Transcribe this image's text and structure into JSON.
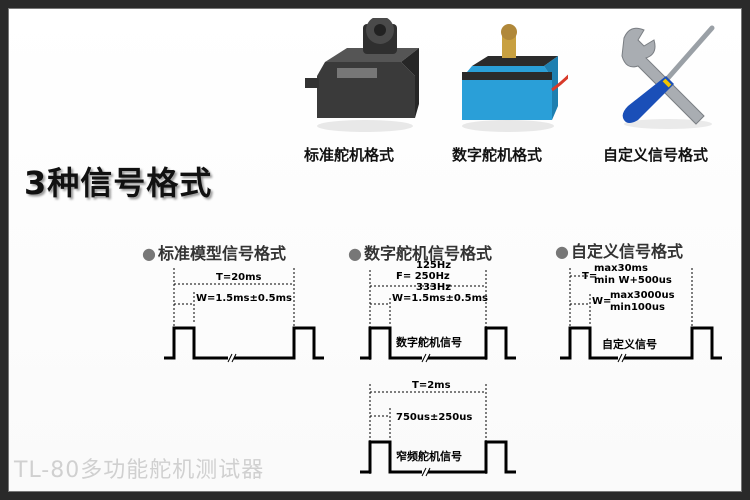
{
  "products": [
    {
      "label": "标准舵机格式",
      "icon": "standard-servo-image"
    },
    {
      "label": "数字舵机格式",
      "icon": "digital-servo-image"
    },
    {
      "label": "自定义信号格式",
      "icon": "tools-wrench-screwdriver-image"
    }
  ],
  "main_title": "3种信号格式",
  "sections": {
    "standard": {
      "title": "标准模型信号格式",
      "period": "T=20ms",
      "width": "W=1.5ms±0.5ms"
    },
    "digital": {
      "title": "数字舵机信号格式",
      "freq": [
        "125Hz",
        "F= 250Hz",
        "333Hz"
      ],
      "width": "W=1.5ms±0.5ms",
      "signal_label": "数字舵机信号"
    },
    "custom": {
      "title": "自定义信号格式",
      "period_prefix": "T=",
      "period_max": "max30ms",
      "period_min": "min W+500us",
      "width_prefix": "W=",
      "width_max": "max3000us",
      "width_min": "min100us",
      "signal_label": "自定义信号"
    },
    "narrow": {
      "period": "T=2ms",
      "width": "750us±250us",
      "signal_label": "窄频舵机信号"
    }
  },
  "footer": "TL-80多功能舵机测试器",
  "colors": {
    "servo_blue": "#2a9fd8",
    "servo_black": "#2b2b2b",
    "screwdriver_blue": "#1a4fb8",
    "wrench_steel": "#a9adb2",
    "footer_gray": "#d0d0d0"
  }
}
